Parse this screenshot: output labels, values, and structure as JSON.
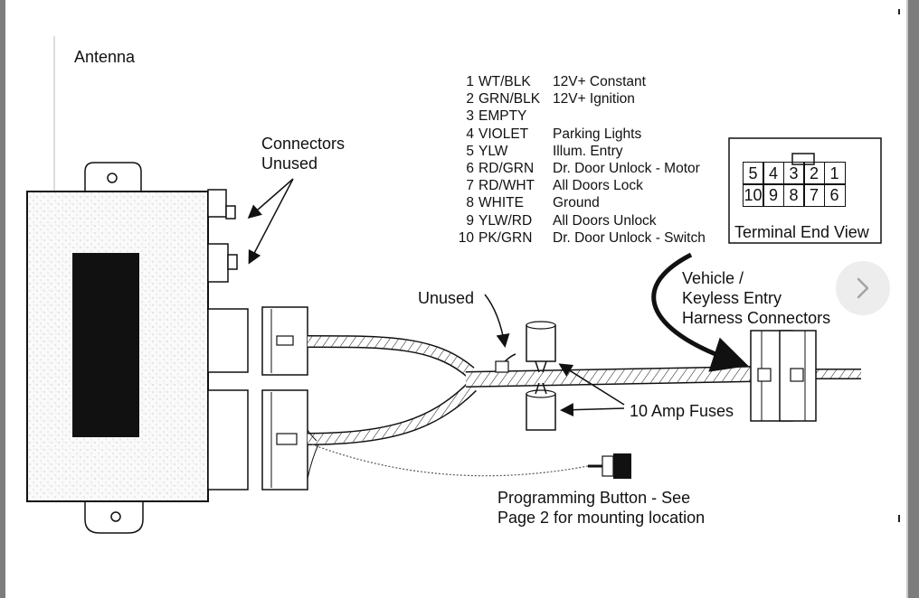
{
  "labels": {
    "antenna": "Antenna",
    "connectors_unused": [
      "Connectors",
      "Unused"
    ],
    "unused": "Unused",
    "fuses": "10 Amp Fuses",
    "vehicle_harness": [
      "Vehicle /",
      "Keyless Entry",
      "Harness Connectors"
    ],
    "programming_button": [
      "Programming Button - See",
      "Page 2 for mounting location"
    ]
  },
  "wire_table": [
    {
      "num": "1",
      "color": "WT/BLK",
      "function": "12V+ Constant"
    },
    {
      "num": "2",
      "color": "GRN/BLK",
      "function": "12V+ Ignition"
    },
    {
      "num": "3",
      "color": "EMPTY",
      "function": ""
    },
    {
      "num": "4",
      "color": "VIOLET",
      "function": "Parking Lights"
    },
    {
      "num": "5",
      "color": "YLW",
      "function": "Illum. Entry"
    },
    {
      "num": "6",
      "color": "RD/GRN",
      "function": "Dr. Door Unlock - Motor"
    },
    {
      "num": "7",
      "color": "RD/WHT",
      "function": "All Doors Lock"
    },
    {
      "num": "8",
      "color": "WHITE",
      "function": "Ground"
    },
    {
      "num": "9",
      "color": "YLW/RD",
      "function": "All Doors Unlock"
    },
    {
      "num": "10",
      "color": "PK/GRN",
      "function": "Dr. Door Unlock - Switch"
    }
  ],
  "terminal": {
    "top_row": [
      "5",
      "4",
      "3",
      "2",
      "1"
    ],
    "bottom_row": [
      "10",
      "9",
      "8",
      "7",
      "6"
    ],
    "caption": "Terminal End View"
  },
  "controls": {
    "next_icon": "chevron-right-icon"
  }
}
